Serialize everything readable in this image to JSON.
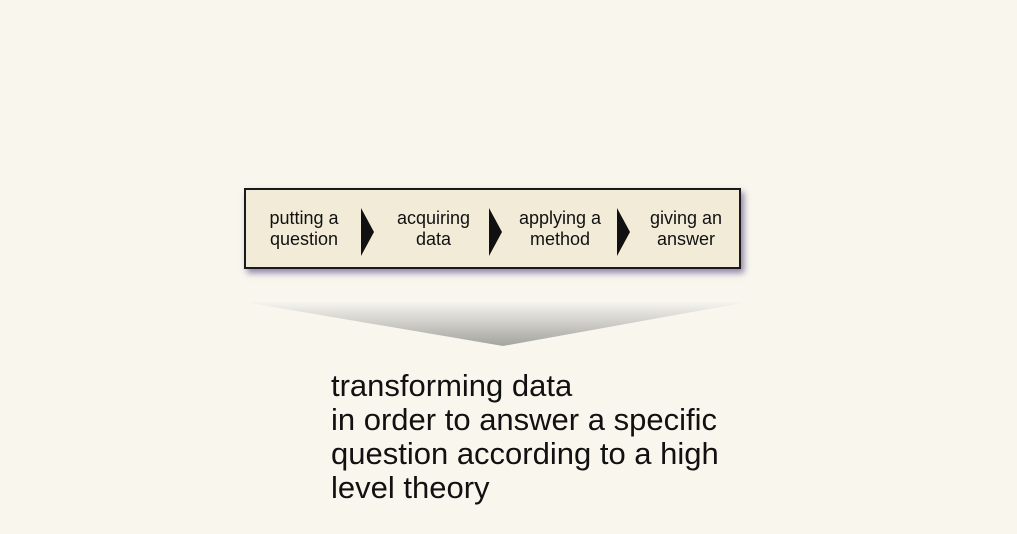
{
  "process": {
    "steps": [
      {
        "label": "putting a\nquestion"
      },
      {
        "label": "acquiring\ndata"
      },
      {
        "label": "applying a\nmethod"
      },
      {
        "label": "giving an\nanswer"
      }
    ]
  },
  "definition": {
    "lines": [
      "transforming data",
      "in order to answer a specific",
      "question according to a high",
      "level theory"
    ]
  },
  "colors": {
    "background": "#f9f6ee",
    "box_fill": "#f1ebd7",
    "box_border": "#1a1a1a",
    "shadow": "#3c2878",
    "arrow": "#111111"
  }
}
